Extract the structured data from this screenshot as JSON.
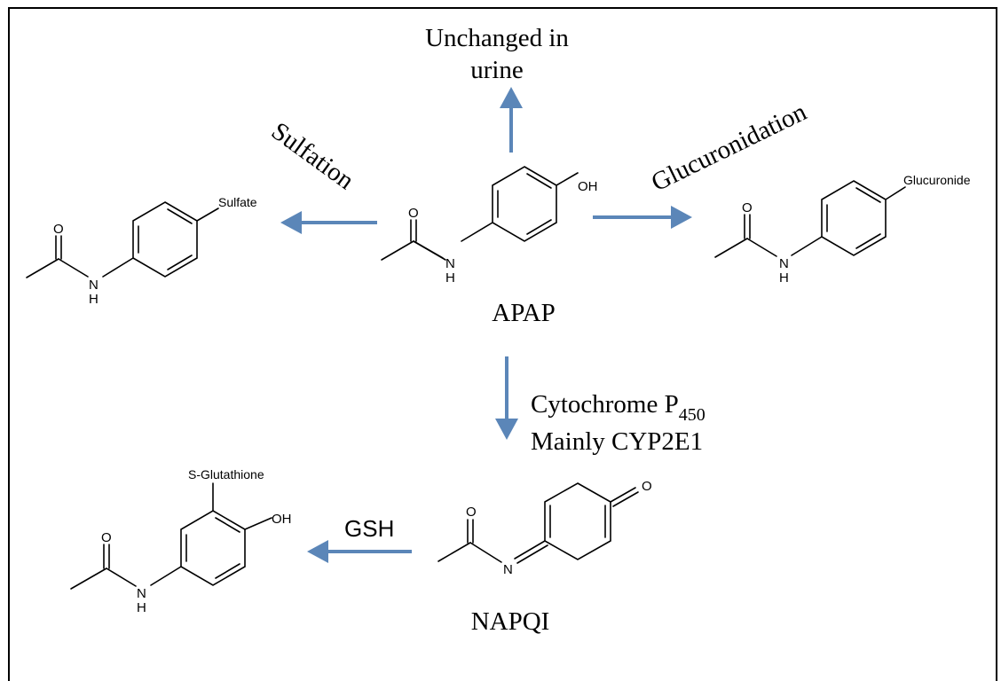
{
  "center": {
    "name": "APAP"
  },
  "pathways": {
    "urine": {
      "line1": "Unchanged in",
      "line2": "urine"
    },
    "sulfation": {
      "label": "Sulfation",
      "product_group": "Sulfate"
    },
    "glucuronidation": {
      "label": "Glucuronidation",
      "product_group": "Glucuronide"
    },
    "oxidation": {
      "line1": "Cytochrome P",
      "subscript": "450",
      "line2": "Mainly CYP2E1",
      "product": "NAPQI"
    },
    "conjugation": {
      "label": "GSH",
      "product_group": "S-Glutathione"
    }
  },
  "atoms": {
    "oxygen": "O",
    "nitrogen": "N",
    "hydrogen": "H",
    "hydroxyl": "OH"
  },
  "colors": {
    "arrow": "#5b86b8",
    "text": "#000000",
    "border": "#000000"
  }
}
